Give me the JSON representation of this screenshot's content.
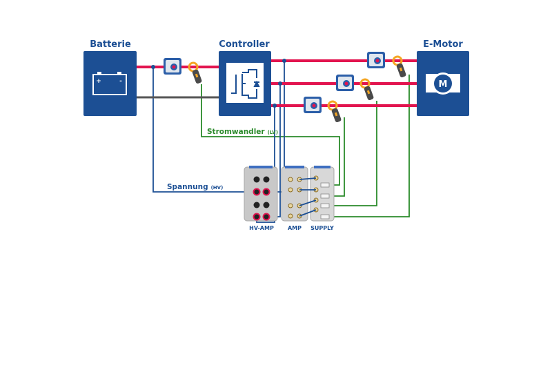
{
  "diagram": {
    "components": {
      "battery": {
        "label": "Batterie",
        "icon": "battery-icon"
      },
      "controller": {
        "label": "Controller",
        "icon": "transistor-icon"
      },
      "motor": {
        "label": "E-Motor",
        "icon": "motor-icon",
        "symbol": "M"
      }
    },
    "battery_symbols": {
      "plus": "+",
      "minus": "-"
    },
    "wire_labels": {
      "current_transducer": {
        "main": "Stromwandler",
        "sub": "(LV)"
      },
      "voltage": {
        "main": "Spannung",
        "sub": "(HV)"
      }
    },
    "modules": [
      {
        "label": "HV-AMP"
      },
      {
        "label": "AMP"
      },
      {
        "label": "SUPPLY"
      }
    ],
    "colors": {
      "primary_blue": "#1c4f94",
      "hv_red": "#e2144f",
      "ground_gray": "#555555",
      "signal_green": "#2a8a2a"
    }
  }
}
